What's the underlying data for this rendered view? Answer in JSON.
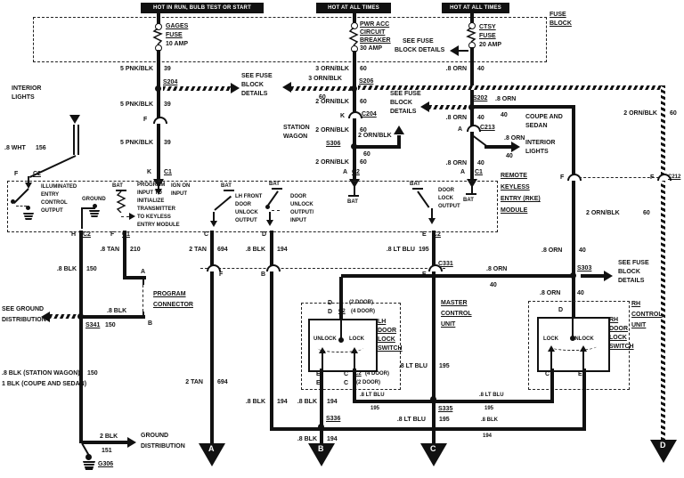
{
  "banners": {
    "b1": "HOT IN RUN, BULB TEST OR START",
    "b2": "HOT AT ALL TIMES",
    "b3": "HOT AT ALL TIMES"
  },
  "fuse_block": {
    "t1": "FUSE",
    "t2": "BLOCK",
    "gages": [
      "GAGES",
      "FUSE",
      "10 AMP"
    ],
    "pwracc": [
      "PWR ACC",
      "CIRCUIT",
      "BREAKER",
      "30 AMP"
    ],
    "ctsy": [
      "CTSY",
      "FUSE",
      "20 AMP"
    ],
    "see": [
      "SEE FUSE",
      "BLOCK DETAILS"
    ]
  },
  "w": {
    "pnkblk": "5 PNK/BLK",
    "n39": "39",
    "ornblk3": "3 ORN/BLK",
    "ornblk2": "2 ORN/BLK",
    "n60": "60",
    "orn": ".8 ORN",
    "n40": "40",
    "wht": ".8 WHT",
    "n156": "156",
    "blk": ".8 BLK",
    "n150": "150",
    "n194": "194",
    "tan": ".8 TAN",
    "n210": "210",
    "tan2": "2 TAN",
    "n694": "694",
    "ltblu": ".8 LT BLU",
    "n195": "195",
    "blk2": "2 BLK",
    "n151": "151",
    "blksw": ".8 BLK (STATION WAGON)",
    "blkcs": "1 BLK (COUPE AND SEDAN)"
  },
  "sp": {
    "s204": "S204",
    "s206": "S206",
    "s202": "S202",
    "s306": "S306",
    "s303": "S303",
    "s341": "S341",
    "s335": "S335",
    "s336": "S336",
    "g306": "G306"
  },
  "cn": {
    "c1": "C1",
    "c2": "C2",
    "c204": "C204",
    "c213": "C213",
    "c212": "C212",
    "c331": "C331"
  },
  "t": {
    "a": "A",
    "b": "B",
    "c": "C",
    "d": "D",
    "e": "E",
    "f": "F",
    "h": "H",
    "k": "K"
  },
  "notes": {
    "sf": [
      "SEE FUSE",
      "BLOCK",
      "DETAILS"
    ],
    "il": [
      "INTERIOR",
      "LIGHTS"
    ],
    "sw": [
      "STATION",
      "WAGON"
    ],
    "cs": [
      "COUPE AND",
      "SEDAN"
    ],
    "gd": [
      "GROUND",
      "DISTRIBUTION"
    ],
    "sg": [
      "SEE GROUND",
      "DISTRIBUTION"
    ]
  },
  "mod": {
    "name": [
      "REMOTE",
      "KEYLESS",
      "ENTRY (RKE)",
      "MODULE"
    ],
    "illum": [
      "ILLUMINATED",
      "ENTRY",
      "CONTROL",
      "OUTPUT"
    ],
    "gnd": "GROUND",
    "bat": "BAT",
    "prog": [
      "PROGRAM",
      "INPUT TO",
      "INITIALIZE",
      "TRANSMITTER",
      "TO KEYLESS",
      "ENTRY MODULE"
    ],
    "ign": [
      "IGN ON",
      "INPUT"
    ],
    "lhf": [
      "LH FRONT",
      "DOOR",
      "UNLOCK",
      "OUTPUT"
    ],
    "du": [
      "DOOR",
      "UNLOCK",
      "OUTPUT/",
      "INPUT"
    ],
    "dl": [
      "DOOR",
      "LOCK",
      "OUTPUT"
    ]
  },
  "pc": [
    "PROGRAM",
    "CONNECTOR"
  ],
  "mcu": {
    "name": [
      "MASTER",
      "CONTROL",
      "UNIT"
    ],
    "sw": [
      "LH",
      "DOOR",
      "LOCK",
      "SWITCH"
    ],
    "unlock": "UNLOCK",
    "lock": "LOCK",
    "d2": "(2 DOOR)",
    "d4": "(4 DOOR)"
  },
  "rcu": {
    "name": [
      "RH",
      "CONTROL",
      "UNIT"
    ],
    "sw": [
      "RH",
      "DOOR",
      "LOCK",
      "SWITCH"
    ]
  },
  "arrows": {
    "a": "A",
    "b": "B",
    "c": "C",
    "d": "D"
  }
}
